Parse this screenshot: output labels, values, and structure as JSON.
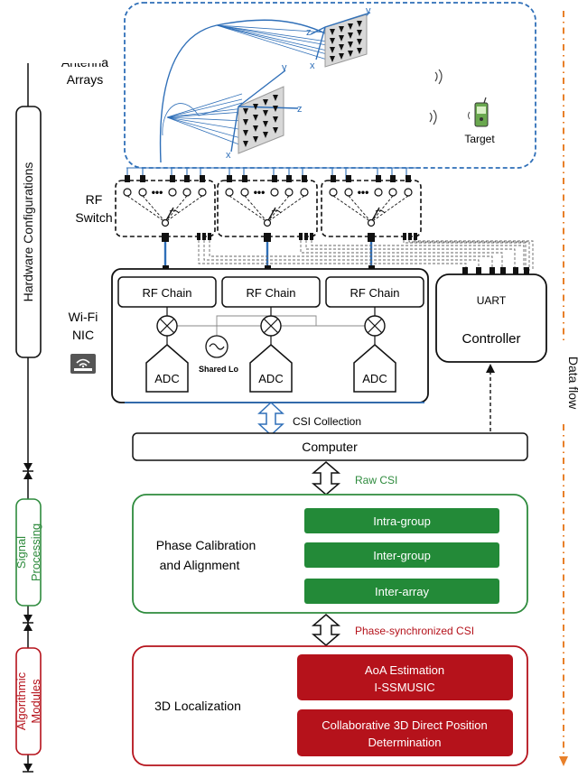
{
  "side": {
    "hardware": "Hardware Configurations",
    "signal": "Signal Processing",
    "algorithmic": "Algorithmic Modules",
    "dataflow": "Data flow"
  },
  "hardware": {
    "antenna_label": [
      "Antenna",
      "Arrays"
    ],
    "target_label": "Target",
    "rf_switch_label": [
      "RF",
      "Switch"
    ],
    "wifi_label": [
      "Wi-Fi",
      "NIC"
    ],
    "rf_chain": "RF Chain",
    "adc": "ADC",
    "shared_lo": "Shared Lo",
    "uart": "UART",
    "controller": "Controller",
    "csi_collection": "CSI Collection",
    "computer": "Computer",
    "axis_x": "x",
    "axis_y": "y",
    "axis_z": "z",
    "switch_dots": "•••"
  },
  "signal_processing": {
    "raw_csi": "Raw CSI",
    "title": [
      "Phase Calibration",
      "and Alignment"
    ],
    "steps": [
      "Intra-group",
      "Inter-group",
      "Inter-array"
    ]
  },
  "algorithmic": {
    "phase_sync": "Phase-synchronized CSI",
    "title": "3D Localization",
    "modules": [
      [
        "AoA Estimation",
        "I-SSMUSIC"
      ],
      [
        "Collaborative 3D Direct Position",
        "Determination"
      ]
    ]
  },
  "colors": {
    "blue": "#2f6fb8",
    "green": "#2e8b3d",
    "green_fill": "#238a38",
    "red": "#b5121b",
    "red_fill": "#b5121b",
    "orange": "#e8802a"
  }
}
